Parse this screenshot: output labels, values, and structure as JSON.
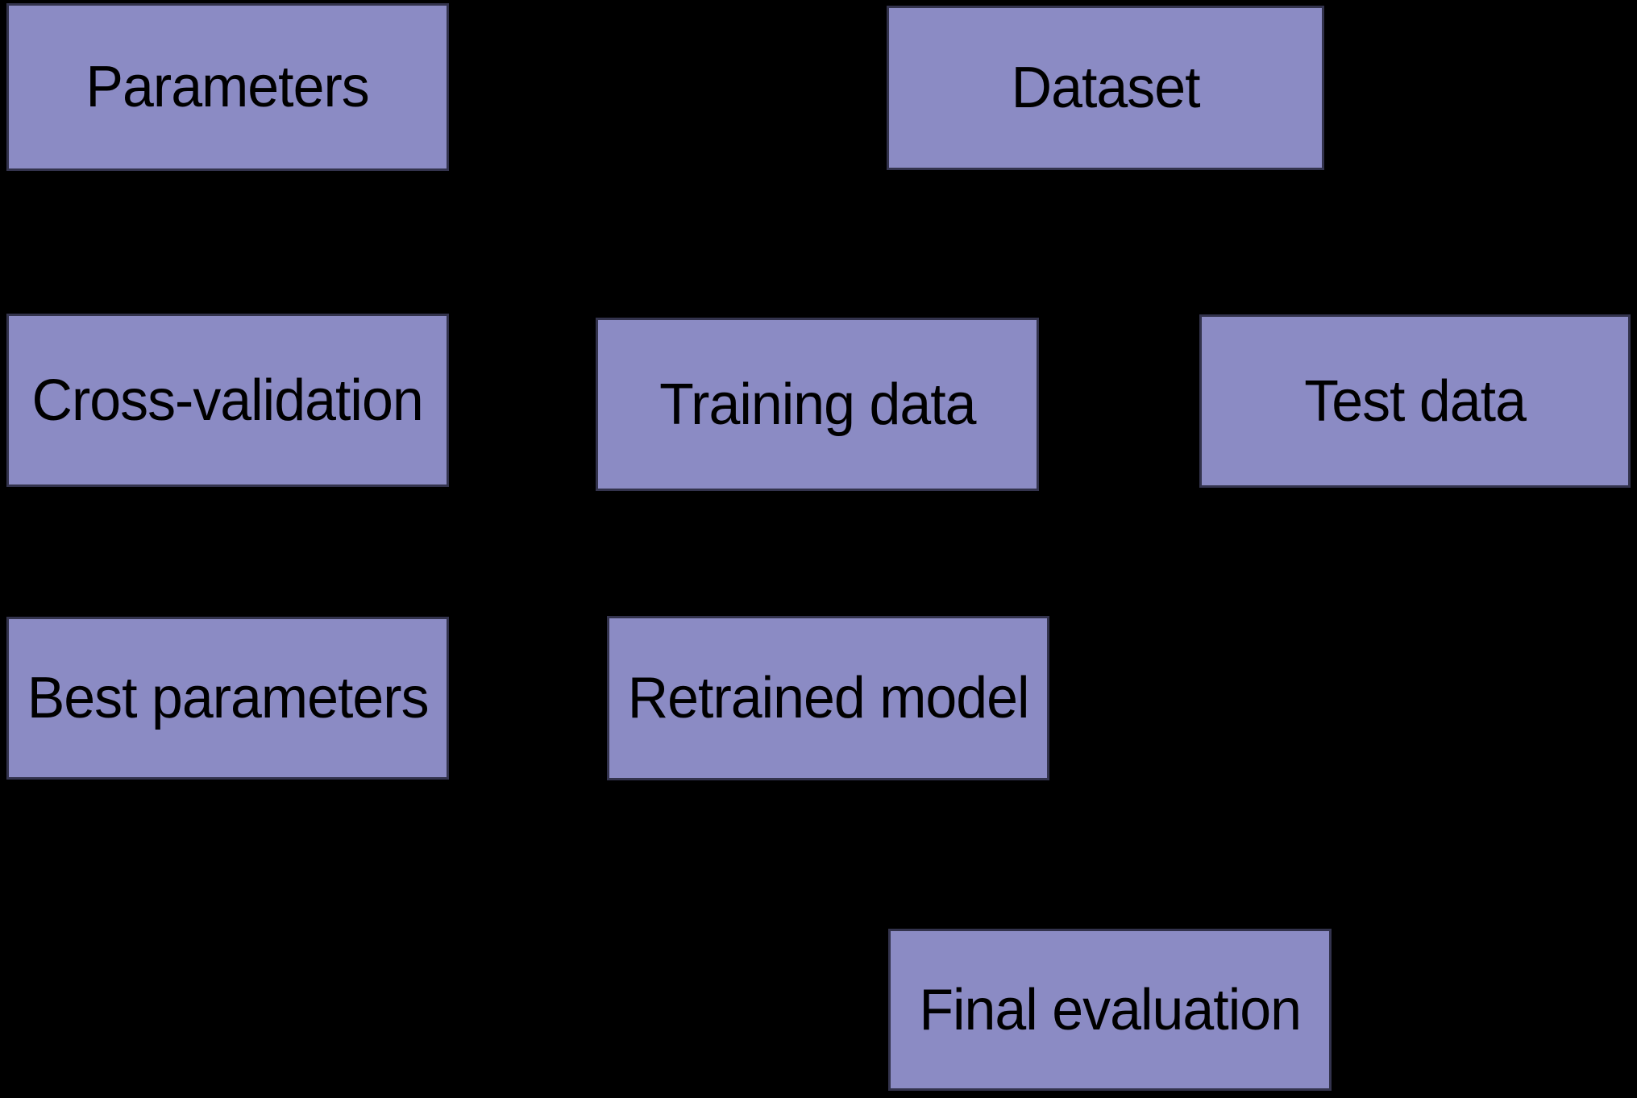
{
  "diagram": {
    "background_color": "#000000",
    "node_fill_color": "#8b8bc4",
    "node_border_color": "#33334d",
    "node_text_color": "#000000",
    "nodes": [
      {
        "id": "parameters",
        "label": "Parameters"
      },
      {
        "id": "dataset",
        "label": "Dataset"
      },
      {
        "id": "cross-validation",
        "label": "Cross-validation"
      },
      {
        "id": "training-data",
        "label": "Training data"
      },
      {
        "id": "test-data",
        "label": "Test data"
      },
      {
        "id": "best-parameters",
        "label": "Best parameters"
      },
      {
        "id": "retrained-model",
        "label": "Retrained model"
      },
      {
        "id": "final-evaluation",
        "label": "Final evaluation"
      }
    ]
  }
}
